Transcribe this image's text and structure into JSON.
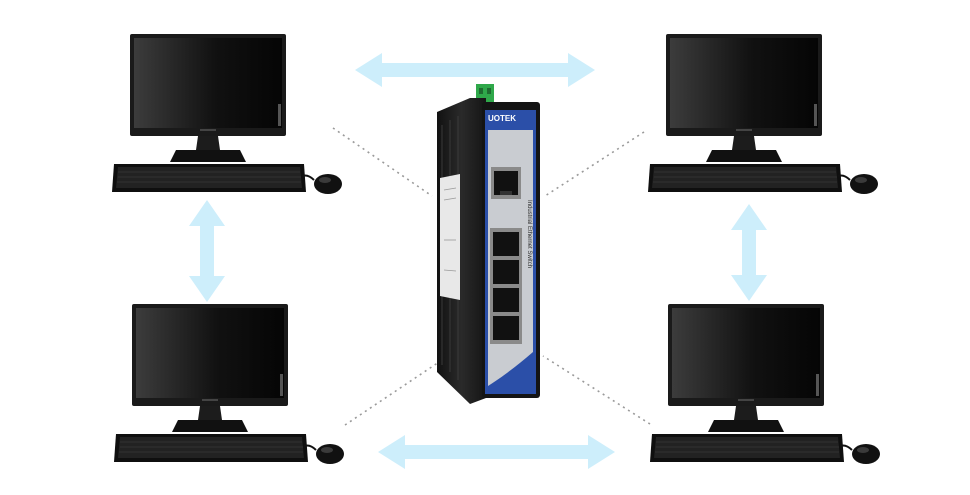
{
  "device": {
    "brand": "UOTEK",
    "side_label": "Industrial Ethernet Switch",
    "lan_ports": 4,
    "uplink_ports": 1
  },
  "computers": [
    {
      "id": "top-left"
    },
    {
      "id": "top-right"
    },
    {
      "id": "bottom-left"
    },
    {
      "id": "bottom-right"
    }
  ],
  "colors": {
    "arrow": "#cdeefb",
    "switch_blue": "#2b4fa8",
    "switch_body": "#1c1c1c",
    "dotted_line": "#9a9a9a"
  }
}
